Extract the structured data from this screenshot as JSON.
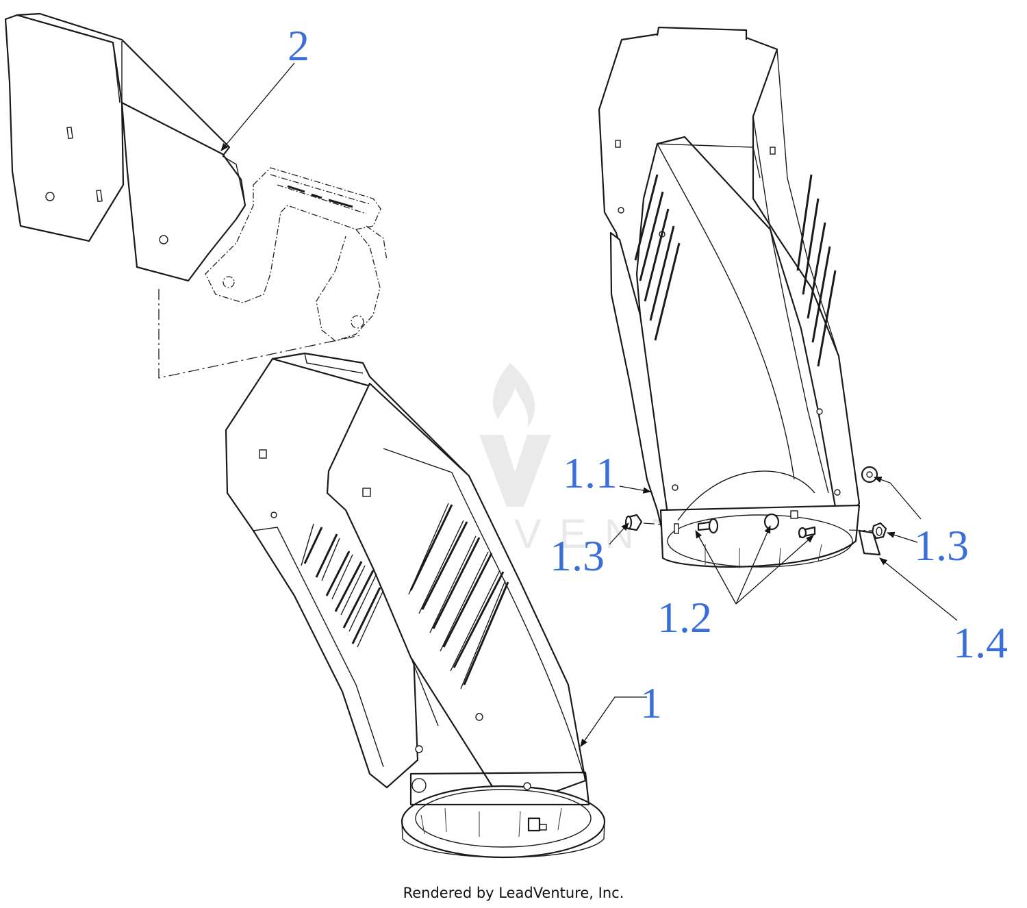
{
  "callouts": {
    "c2": "2",
    "c1": "1",
    "c1_1": "1.1",
    "c1_3_left": "1.3",
    "c1_3_right": "1.3",
    "c1_2": "1.2",
    "c1_4": "1.4"
  },
  "watermark": {
    "text": "LEADVENTURE"
  },
  "footer": {
    "credit": "Rendered by LeadVenture, Inc."
  },
  "colors": {
    "callout": "#3a6fd8",
    "line": "#1a1a1a"
  }
}
